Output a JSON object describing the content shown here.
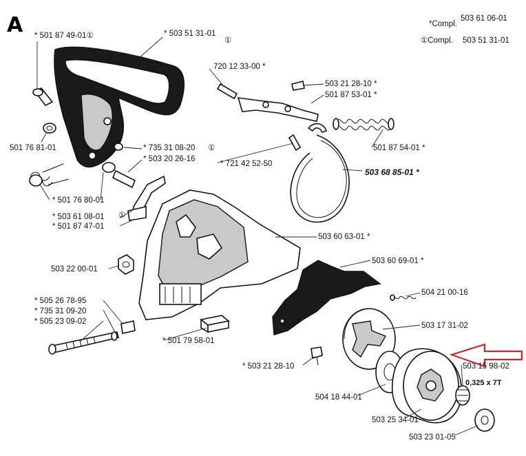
{
  "section_letter": "A",
  "legend": [
    {
      "key": "*Compl.",
      "number": "503 61 06-01"
    },
    {
      "key": "①Compl.",
      "number": "503 51 31-01"
    }
  ],
  "labels": {
    "p_501874901": "* 501 87 49-01①",
    "p_503513101": "* 503 51 31-01",
    "p_circ1": "①",
    "p_72012330": "720 12 33-00 *",
    "p_503212810a": "503 21 28-10 *",
    "p_501875301": "501 87 53-01 *",
    "p_501768101": "501 76 81-01",
    "p_735310820": "* 735 31 08-20",
    "p_circ2": "①",
    "p_503202616": "* 503 20 26-16",
    "p_501875401": "501 87 54-01 *",
    "p_721425250": "* 721 42 52-50",
    "p_503688501": "503 68 85-01 *",
    "p_501768001": "* 501 76 80-01",
    "p_circ3": "①",
    "p_503610801": "* 503 61 08-01",
    "p_501874701": "* 501 87 47-01",
    "p_503606301": "503 60 63-01 *",
    "p_503220001": "503 22 00-01",
    "p_503606901": "503 60 69-01 *",
    "p_505267895": "* 505 26 78-95",
    "p_735310920": "* 735 31 09-20",
    "p_505230902": "* 505 23 09-02",
    "p_504210016": "504 21 00-16",
    "p_503173102": "503 17 31-02",
    "p_501795801": "* 501 79 58-01",
    "p_503212810b": "* 503 21 28-10",
    "p_503159802": "503 15 98-02",
    "p_spec": "0,325 x 7T",
    "p_504184401": "504 18 44-01",
    "p_503253401": "503 25 34-01",
    "p_503230105": "503 23 01-05"
  },
  "colors": {
    "pointer": "#d0262b",
    "ink": "#111111",
    "dark_fill": "#1a1a1a",
    "grey_fill": "#c9c9c9"
  }
}
